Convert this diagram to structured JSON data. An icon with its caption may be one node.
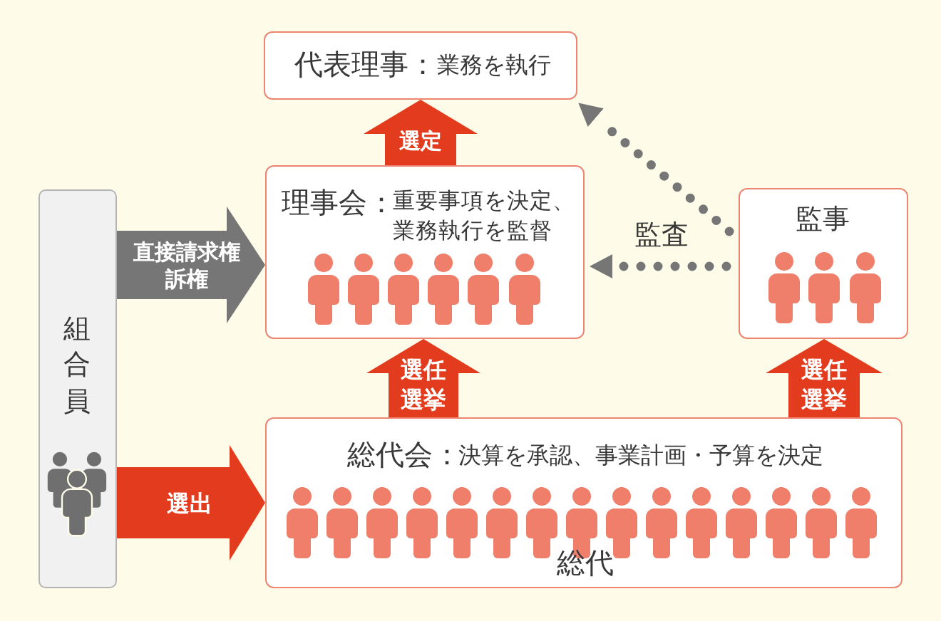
{
  "diagram": {
    "nodes": [
      {
        "text": [
          "代表理事：",
          "業務を執行"
        ]
      },
      {
        "text": [
          "理事会：",
          "重要事項を決定、業務執行を監督"
        ]
      },
      {
        "text": [
          "監事"
        ]
      },
      {
        "text": [
          "組合員"
        ]
      },
      {
        "text": [
          "総代会：",
          "決算を承認、事業計画・予算を決定",
          "総代"
        ]
      }
    ],
    "edges": [
      {
        "from": 1,
        "to": 0,
        "arrow": "to",
        "label": "選定"
      },
      {
        "from": 2,
        "to": 0,
        "arrow": "to",
        "style": "dashed",
        "color": "#767676"
      },
      {
        "from": 2,
        "to": 1,
        "arrow": "to",
        "label": "監査",
        "style": "dashed",
        "color": "#767676"
      },
      {
        "from": 3,
        "to": 1,
        "arrow": "to",
        "label": "直接請求権訴権",
        "color": "#767676"
      },
      {
        "from": 3,
        "to": 4,
        "arrow": "to",
        "label": "選出"
      },
      {
        "from": 4,
        "to": 1,
        "arrow": "to",
        "label": "選任選挙"
      },
      {
        "from": 4,
        "to": 2,
        "arrow": "to",
        "label": "選任選挙"
      }
    ]
  }
}
